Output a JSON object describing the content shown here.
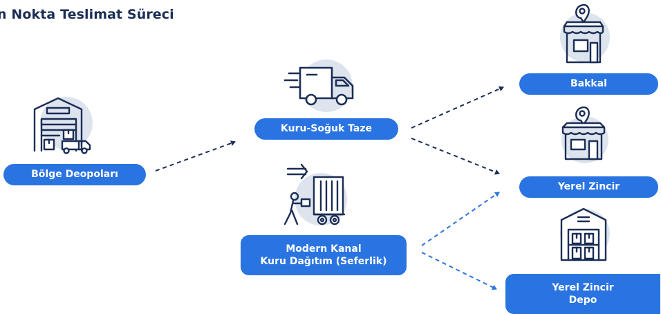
{
  "title": "n Nokta Teslimat Süreci",
  "nodes": {
    "bolge_deopolari": "Bölge Deopoları",
    "kuru_soguk_taze": "Kuru-Soğuk Taze",
    "modern_kanal_line1": "Modern Kanal",
    "modern_kanal_line2": "Kuru Dağıtım (Seferlik)",
    "bakkal": "Bakkal",
    "yerel_zincir": "Yerel Zincir",
    "yerel_zincir_depo_line1": "Yerel Zincir",
    "yerel_zincir_depo_line2": "Depo"
  },
  "icons": [
    "warehouse-icon",
    "delivery-truck-icon",
    "worker-loading-truck-icon",
    "store-location-icon",
    "chain-store-location-icon",
    "depot-shelves-icon"
  ],
  "colors": {
    "accent": "#2a74e2",
    "title": "#1b2d55",
    "icon_stroke": "#1b2d55",
    "icon_halo": "#dde4ee",
    "dashed_dark": "#1b2d55",
    "dashed_blue": "#2a74e2"
  }
}
